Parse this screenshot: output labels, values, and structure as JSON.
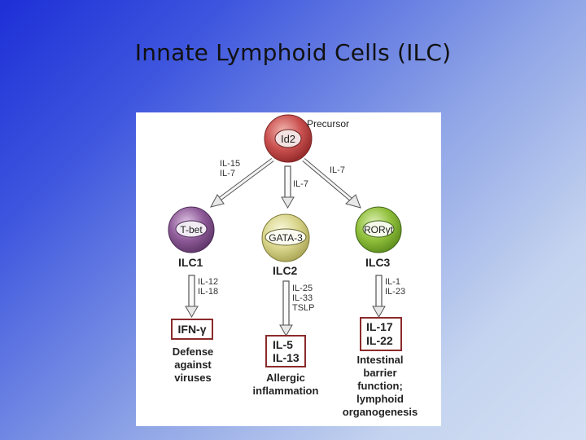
{
  "slide": {
    "title": "Innate Lymphoid Cells (ILC)"
  },
  "diagram": {
    "precursor": {
      "marker": "Id2",
      "label": "Precursor"
    },
    "arrows_from_precursor": {
      "left": [
        "IL-15",
        "IL-7"
      ],
      "middle": [
        "IL-7"
      ],
      "right": [
        "IL-7"
      ]
    },
    "cells": [
      {
        "marker": "T-bet",
        "name": "ILC1",
        "inducers": [
          "IL-12",
          "IL-18"
        ],
        "products": [
          "IFN-γ"
        ],
        "function": [
          "Defense",
          "against",
          "viruses"
        ]
      },
      {
        "marker": "GATA-3",
        "name": "ILC2",
        "inducers": [
          "IL-25",
          "IL-33",
          "TSLP"
        ],
        "products": [
          "IL-5",
          "IL-13"
        ],
        "function": [
          "Allergic",
          "inflammation"
        ]
      },
      {
        "marker": "RORγt",
        "name": "ILC3",
        "inducers": [
          "IL-1",
          "IL-23"
        ],
        "products": [
          "IL-17",
          "IL-22"
        ],
        "function": [
          "Intestinal",
          "barrier",
          "function;",
          "lymphoid",
          "organogenesis"
        ]
      }
    ],
    "colors": {
      "precursor_cell": "#c9504f",
      "ilc1_cell": "#8d5a97",
      "ilc2_cell": "#d8d48a",
      "ilc3_cell": "#8fbf3a",
      "product_box_border": "#8b2a2a"
    }
  }
}
